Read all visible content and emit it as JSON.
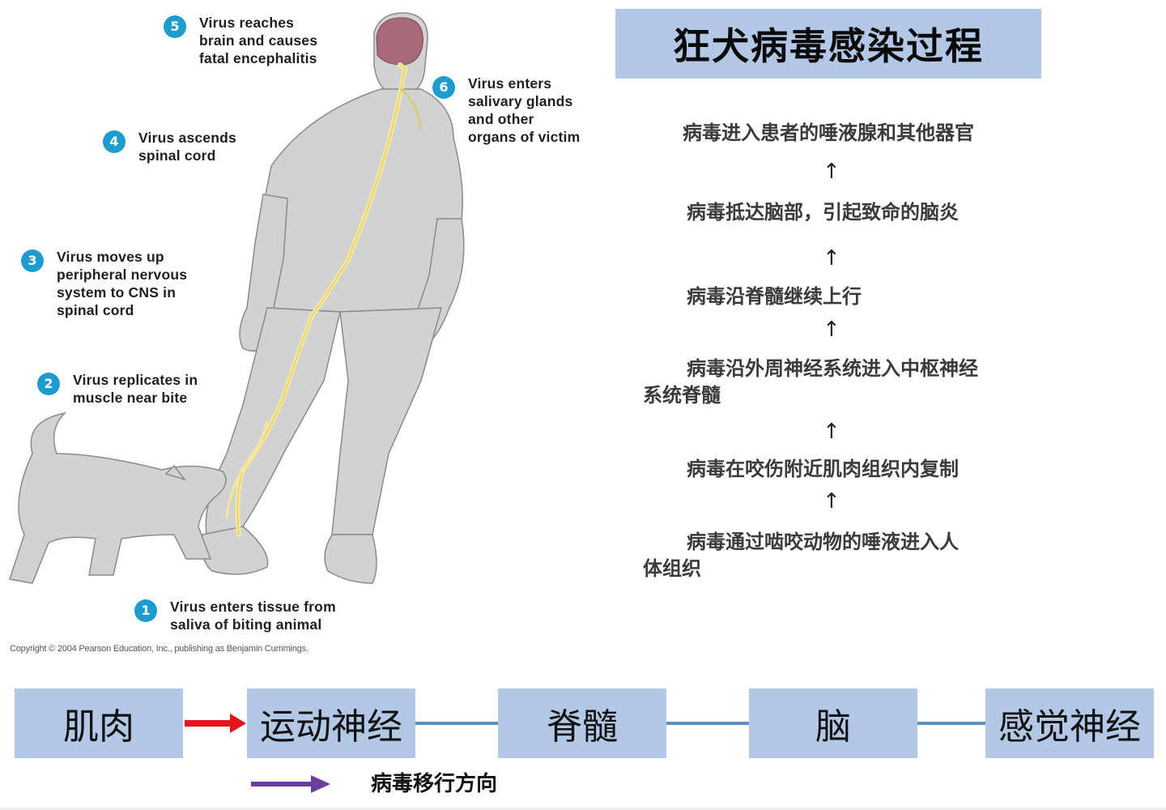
{
  "illustration": {
    "steps": [
      {
        "number": "1",
        "text": "Virus enters tissue from\nsaliva of biting animal"
      },
      {
        "number": "2",
        "text": "Virus replicates in\nmuscle near bite"
      },
      {
        "number": "3",
        "text": "Virus moves up\nperipheral nervous\nsystem to CNS in\nspinal cord"
      },
      {
        "number": "4",
        "text": "Virus ascends\nspinal cord"
      },
      {
        "number": "5",
        "text": "Virus reaches\nbrain and causes\nfatal encephalitis"
      },
      {
        "number": "6",
        "text": "Virus enters\nsalivary glands\nand other\norgans of victim"
      }
    ],
    "copyright": "Copyright © 2004 Pearson Education, Inc., publishing as Benjamin Cummings.",
    "colors": {
      "badge": "#1e9cd0",
      "body": "#d2d2d2",
      "outline": "#8a8a8a",
      "nerve": "#f5e79a",
      "brain": "#a86a78"
    }
  },
  "panel": {
    "title": "狂犬病毒感染过程",
    "arrow_glyph": "↑",
    "flow": [
      {
        "line1": "病毒进入患者的唾液腺和其他器官",
        "line2": ""
      },
      {
        "line1": "病毒抵达脑部，引起致命的脑炎",
        "line2": ""
      },
      {
        "line1": "病毒沿脊髓继续上行",
        "line2": ""
      },
      {
        "line1": "病毒沿外周神经系统进入中枢神经",
        "line2": "系统脊髓"
      },
      {
        "line1": "病毒在咬伤附近肌肉组织内复制",
        "line2": ""
      },
      {
        "line1": "病毒通过啮咬动物的唾液进入人",
        "line2": "体组织"
      }
    ],
    "colors": {
      "title_bg": "#b3c8e6"
    }
  },
  "pathway": {
    "nodes": [
      "肌肉",
      "运动神经",
      "脊髓",
      "脑",
      "感觉神经"
    ],
    "legend": {
      "label": "病毒移行方向"
    },
    "colors": {
      "node_bg": "#b3c8e6",
      "connector": "#5b92c6",
      "red_arrow": "#e0161c",
      "legend_arrow": "#6a3ea0"
    }
  }
}
